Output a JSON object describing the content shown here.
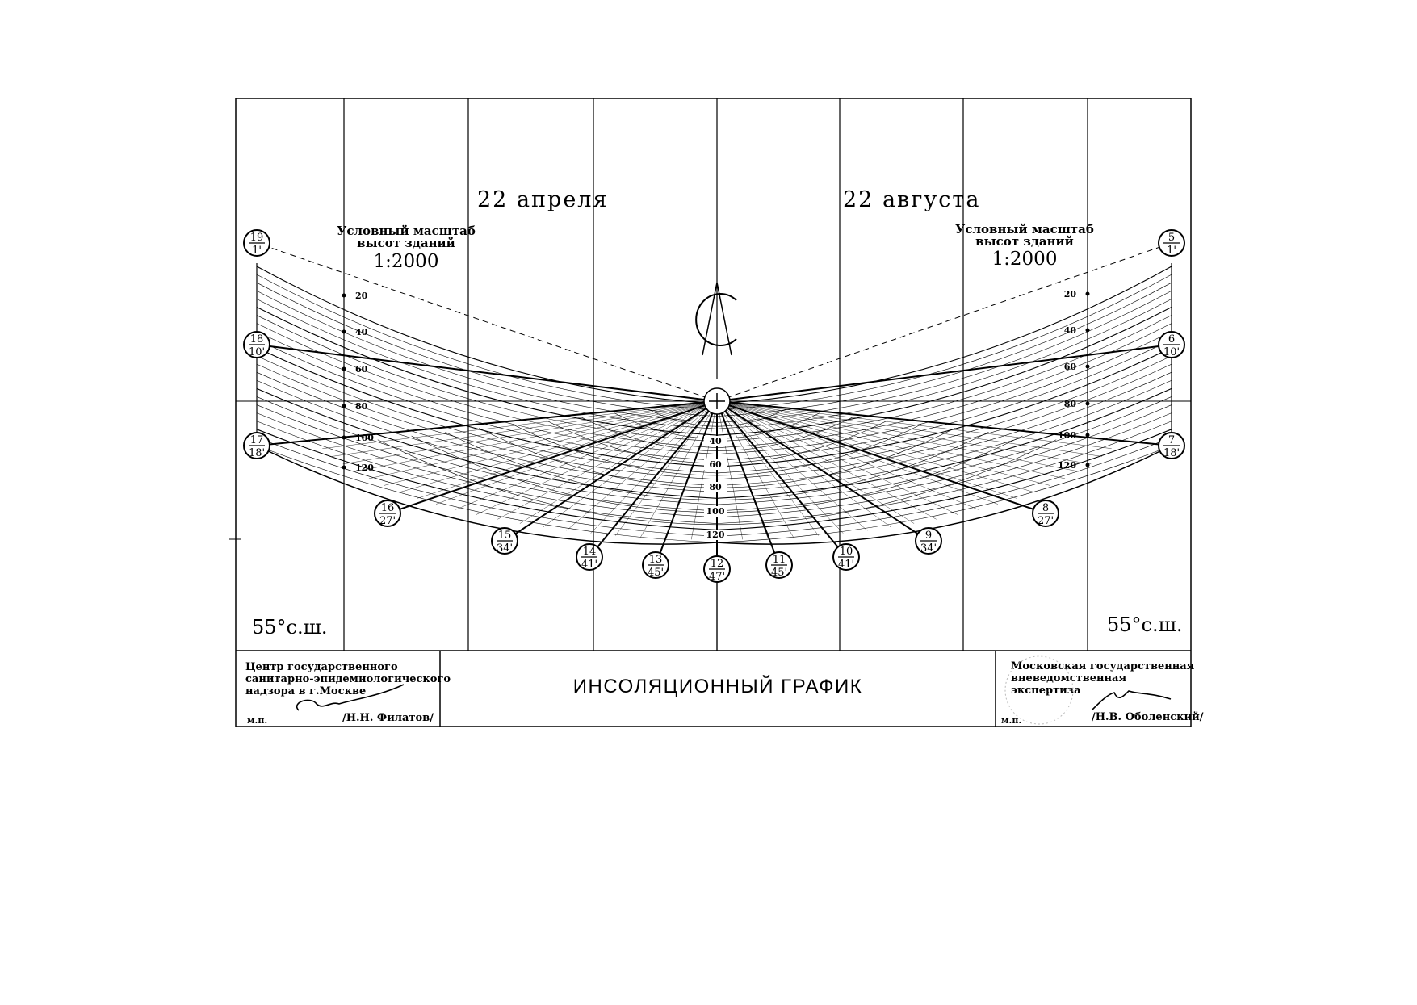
{
  "headings": {
    "left_date": "22 апреля",
    "right_date": "22 августа"
  },
  "scale_note": {
    "line1": "Условный масштаб",
    "line2": "высот зданий",
    "ratio": "1:2000"
  },
  "latitude": "55°с.ш.",
  "side_ticks": [
    "20",
    "40",
    "60",
    "80",
    "100",
    "120"
  ],
  "center_ticks": [
    "40",
    "60",
    "80",
    "100",
    "120"
  ],
  "hour_markers": [
    {
      "h": "19",
      "m": "1'"
    },
    {
      "h": "18",
      "m": "10'"
    },
    {
      "h": "17",
      "m": "18'"
    },
    {
      "h": "16",
      "m": "27'"
    },
    {
      "h": "15",
      "m": "34'"
    },
    {
      "h": "14",
      "m": "41'"
    },
    {
      "h": "13",
      "m": "45'"
    },
    {
      "h": "12",
      "m": "47'"
    },
    {
      "h": "11",
      "m": "45'"
    },
    {
      "h": "10",
      "m": "41'"
    },
    {
      "h": "9",
      "m": "34'"
    },
    {
      "h": "8",
      "m": "27'"
    },
    {
      "h": "7",
      "m": "18'"
    },
    {
      "h": "6",
      "m": "10'"
    },
    {
      "h": "5",
      "m": "1'"
    }
  ],
  "title_block": {
    "left_org_line1": "Центр государственного",
    "left_org_line2": "санитарно-эпидемиологического",
    "left_org_line3": "надзора в г.Москве",
    "left_mp": "м.п.",
    "left_signer": "/Н.Н. Филатов/",
    "title": "ИНСОЛЯЦИОННЫЙ ГРАФИК",
    "right_org_line1": "Московская государственная",
    "right_org_line2": "вневедомственная",
    "right_org_line3": "экспертиза",
    "right_mp": "м.п.",
    "right_signer": "/Н.В. Оболенский/"
  }
}
